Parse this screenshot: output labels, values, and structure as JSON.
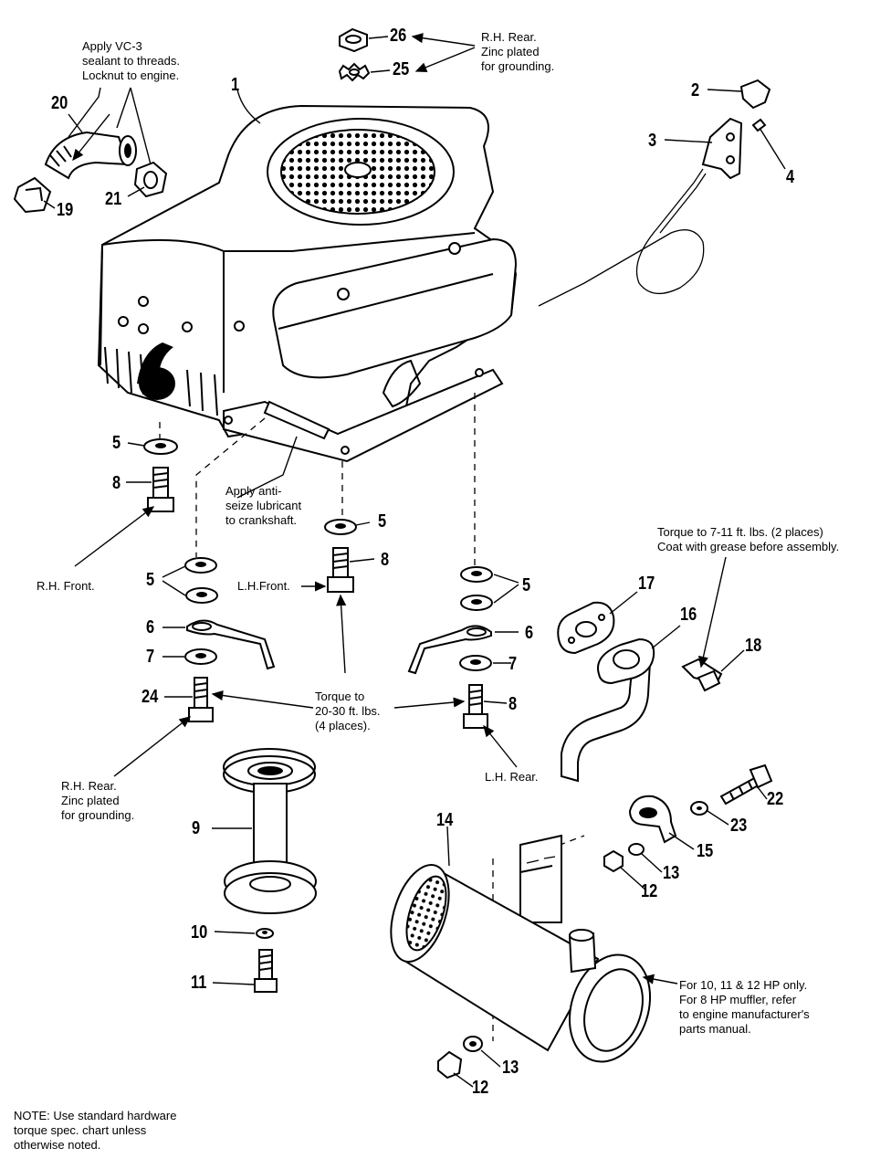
{
  "callouts": {
    "n1": "1",
    "n2": "2",
    "n3": "3",
    "n4": "4",
    "n5a": "5",
    "n5b": "5",
    "n5c": "5",
    "n5d": "5",
    "n6a": "6",
    "n6b": "6",
    "n7a": "7",
    "n7b": "7",
    "n8a": "8",
    "n8b": "8",
    "n8c": "8",
    "n9": "9",
    "n10": "10",
    "n11": "11",
    "n12a": "12",
    "n12b": "12",
    "n13a": "13",
    "n13b": "13",
    "n14": "14",
    "n15": "15",
    "n16": "16",
    "n17": "17",
    "n18": "18",
    "n19": "19",
    "n20": "20",
    "n21": "21",
    "n22": "22",
    "n23": "23",
    "n24": "24",
    "n25": "25",
    "n26": "26"
  },
  "notes": {
    "vc3": "Apply VC-3\nsealant to threads.\nLocknut to engine.",
    "rh_rear_top": "R.H. Rear.\nZinc plated\nfor grounding.",
    "anti_seize": "Apply anti-\nseize lubricant\nto crankshaft.",
    "torque_7_11": "Torque to 7-11 ft. lbs. (2 places)\nCoat with grease before assembly.",
    "rh_front": "R.H. Front.",
    "lh_front": "L.H.Front.",
    "torque_20_30": "Torque to\n20-30 ft. lbs.\n(4 places).",
    "rh_rear_bottom": "R.H. Rear.\nZinc plated\nfor grounding.",
    "lh_rear": "L.H. Rear.",
    "muffler": "For 10, 11 & 12 HP only.\nFor 8 HP muffler, refer\nto engine manufacturer's\nparts manual.",
    "hardware": "NOTE: Use standard hardware\ntorque spec. chart unless\notherwise noted."
  }
}
